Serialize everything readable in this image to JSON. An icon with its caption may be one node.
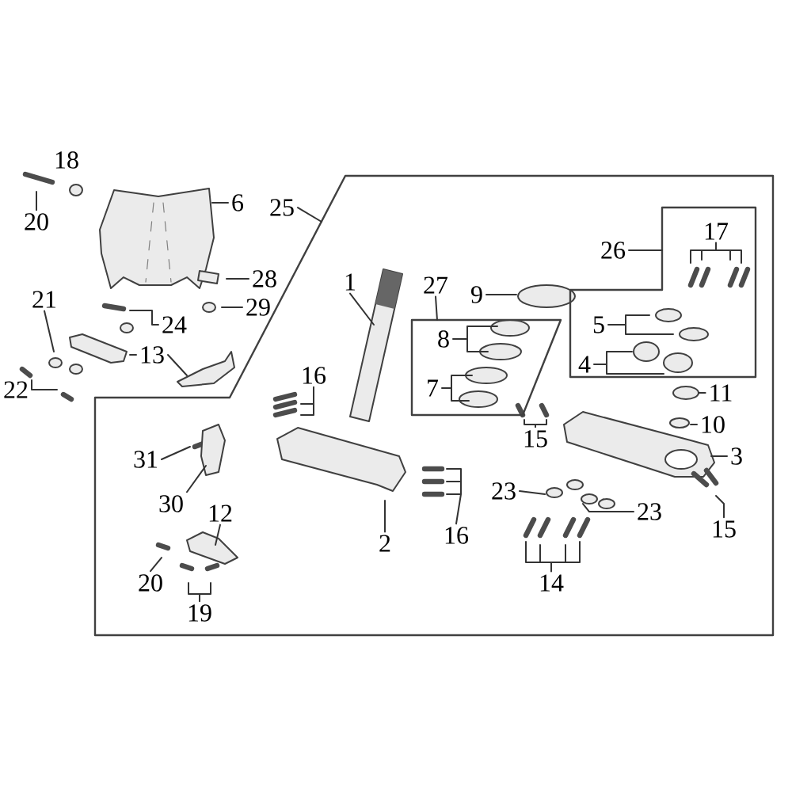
{
  "diagram": {
    "nodes": [
      {
        "text": [],
        "shape": "box"
      },
      {
        "text": [],
        "shape": "box",
        "in": 0
      },
      {
        "text": [],
        "shape": "box",
        "in": 0
      },
      {
        "text": [
          "20"
        ]
      },
      {
        "text": [
          "6"
        ]
      },
      {
        "text": [
          "25"
        ]
      },
      {
        "text": [
          "1"
        ],
        "in": 0
      },
      {
        "text": [
          "27"
        ],
        "in": 0
      },
      {
        "text": [
          "9"
        ],
        "in": 0
      },
      {
        "text": [
          "26"
        ],
        "in": 0
      },
      {
        "text": [
          "17"
        ],
        "in": 1
      },
      {
        "text": [
          "28"
        ]
      },
      {
        "text": [
          "21"
        ]
      },
      {
        "text": [
          "29"
        ]
      },
      {
        "text": [
          "8"
        ],
        "in": 2
      },
      {
        "text": [
          "5"
        ],
        "in": 1
      },
      {
        "text": [
          "24"
        ]
      },
      {
        "text": [
          "13"
        ]
      },
      {
        "text": [
          "16"
        ],
        "in": 0
      },
      {
        "text": [
          "4"
        ],
        "in": 1
      },
      {
        "text": [
          "22"
        ]
      },
      {
        "text": [
          "7"
        ],
        "in": 2
      },
      {
        "text": [
          "11"
        ],
        "in": 0
      },
      {
        "text": [
          "10"
        ],
        "in": 0
      },
      {
        "text": [
          "15"
        ],
        "in": 0
      },
      {
        "text": [
          "3"
        ],
        "in": 0
      },
      {
        "text": [
          "31"
        ],
        "in": 0
      },
      {
        "text": [
          "30"
        ],
        "in": 0
      },
      {
        "text": [
          "23"
        ],
        "in": 0
      },
      {
        "text": [
          "12"
        ],
        "in": 0
      },
      {
        "text": [
          "23"
        ],
        "in": 0
      },
      {
        "text": [
          "15"
        ],
        "in": 0
      },
      {
        "text": [
          "16"
        ],
        "in": 0
      },
      {
        "text": [
          "2"
        ],
        "in": 0
      },
      {
        "text": [
          "14"
        ],
        "in": 0
      },
      {
        "text": [
          "20"
        ],
        "in": 0
      },
      {
        "text": [
          "19"
        ],
        "in": 0
      }
    ],
    "edges": [
      {
        "from": 3,
        "to": null,
        "arrow": "none"
      },
      {
        "from": 4,
        "to": null,
        "arrow": "none"
      },
      {
        "from": 5,
        "to": 0,
        "arrow": "none"
      },
      {
        "from": 6,
        "to": null,
        "arrow": "none"
      },
      {
        "from": 7,
        "to": 2,
        "arrow": "none"
      },
      {
        "from": 8,
        "to": null,
        "arrow": "none"
      },
      {
        "from": 9,
        "to": 1,
        "arrow": "none"
      },
      {
        "from": 10,
        "to": null,
        "arrow": "none"
      },
      {
        "from": 11,
        "to": null,
        "arrow": "none"
      },
      {
        "from": 12,
        "to": null,
        "arrow": "none"
      },
      {
        "from": 13,
        "to": null,
        "arrow": "none"
      },
      {
        "from": 14,
        "to": null,
        "arrow": "none"
      },
      {
        "from": 15,
        "to": null,
        "arrow": "none"
      },
      {
        "from": 16,
        "to": null,
        "arrow": "none"
      },
      {
        "from": 17,
        "to": null,
        "arrow": "none"
      },
      {
        "from": 17,
        "to": null,
        "arrow": "none"
      },
      {
        "from": 18,
        "to": null,
        "arrow": "none"
      },
      {
        "from": 19,
        "to": null,
        "arrow": "none"
      },
      {
        "from": 20,
        "to": null,
        "arrow": "none"
      },
      {
        "from": 21,
        "to": null,
        "arrow": "none"
      },
      {
        "from": 22,
        "to": null,
        "arrow": "none"
      },
      {
        "from": 23,
        "to": null,
        "arrow": "none"
      },
      {
        "from": 24,
        "to": null,
        "arrow": "none"
      },
      {
        "from": 25,
        "to": null,
        "arrow": "none"
      },
      {
        "from": 26,
        "to": null,
        "arrow": "none"
      },
      {
        "from": 27,
        "to": null,
        "arrow": "none"
      },
      {
        "from": 28,
        "to": null,
        "arrow": "none"
      },
      {
        "from": 29,
        "to": null,
        "arrow": "none"
      },
      {
        "from": 30,
        "to": null,
        "arrow": "none"
      },
      {
        "from": 31,
        "to": null,
        "arrow": "none"
      },
      {
        "from": 32,
        "to": null,
        "arrow": "none"
      },
      {
        "from": 33,
        "to": null,
        "arrow": "none"
      },
      {
        "from": 34,
        "to": null,
        "arrow": "none"
      },
      {
        "from": 35,
        "to": null,
        "arrow": "none"
      },
      {
        "from": 36,
        "to": null,
        "arrow": "none"
      }
    ],
    "labels": [
      "18"
    ]
  }
}
